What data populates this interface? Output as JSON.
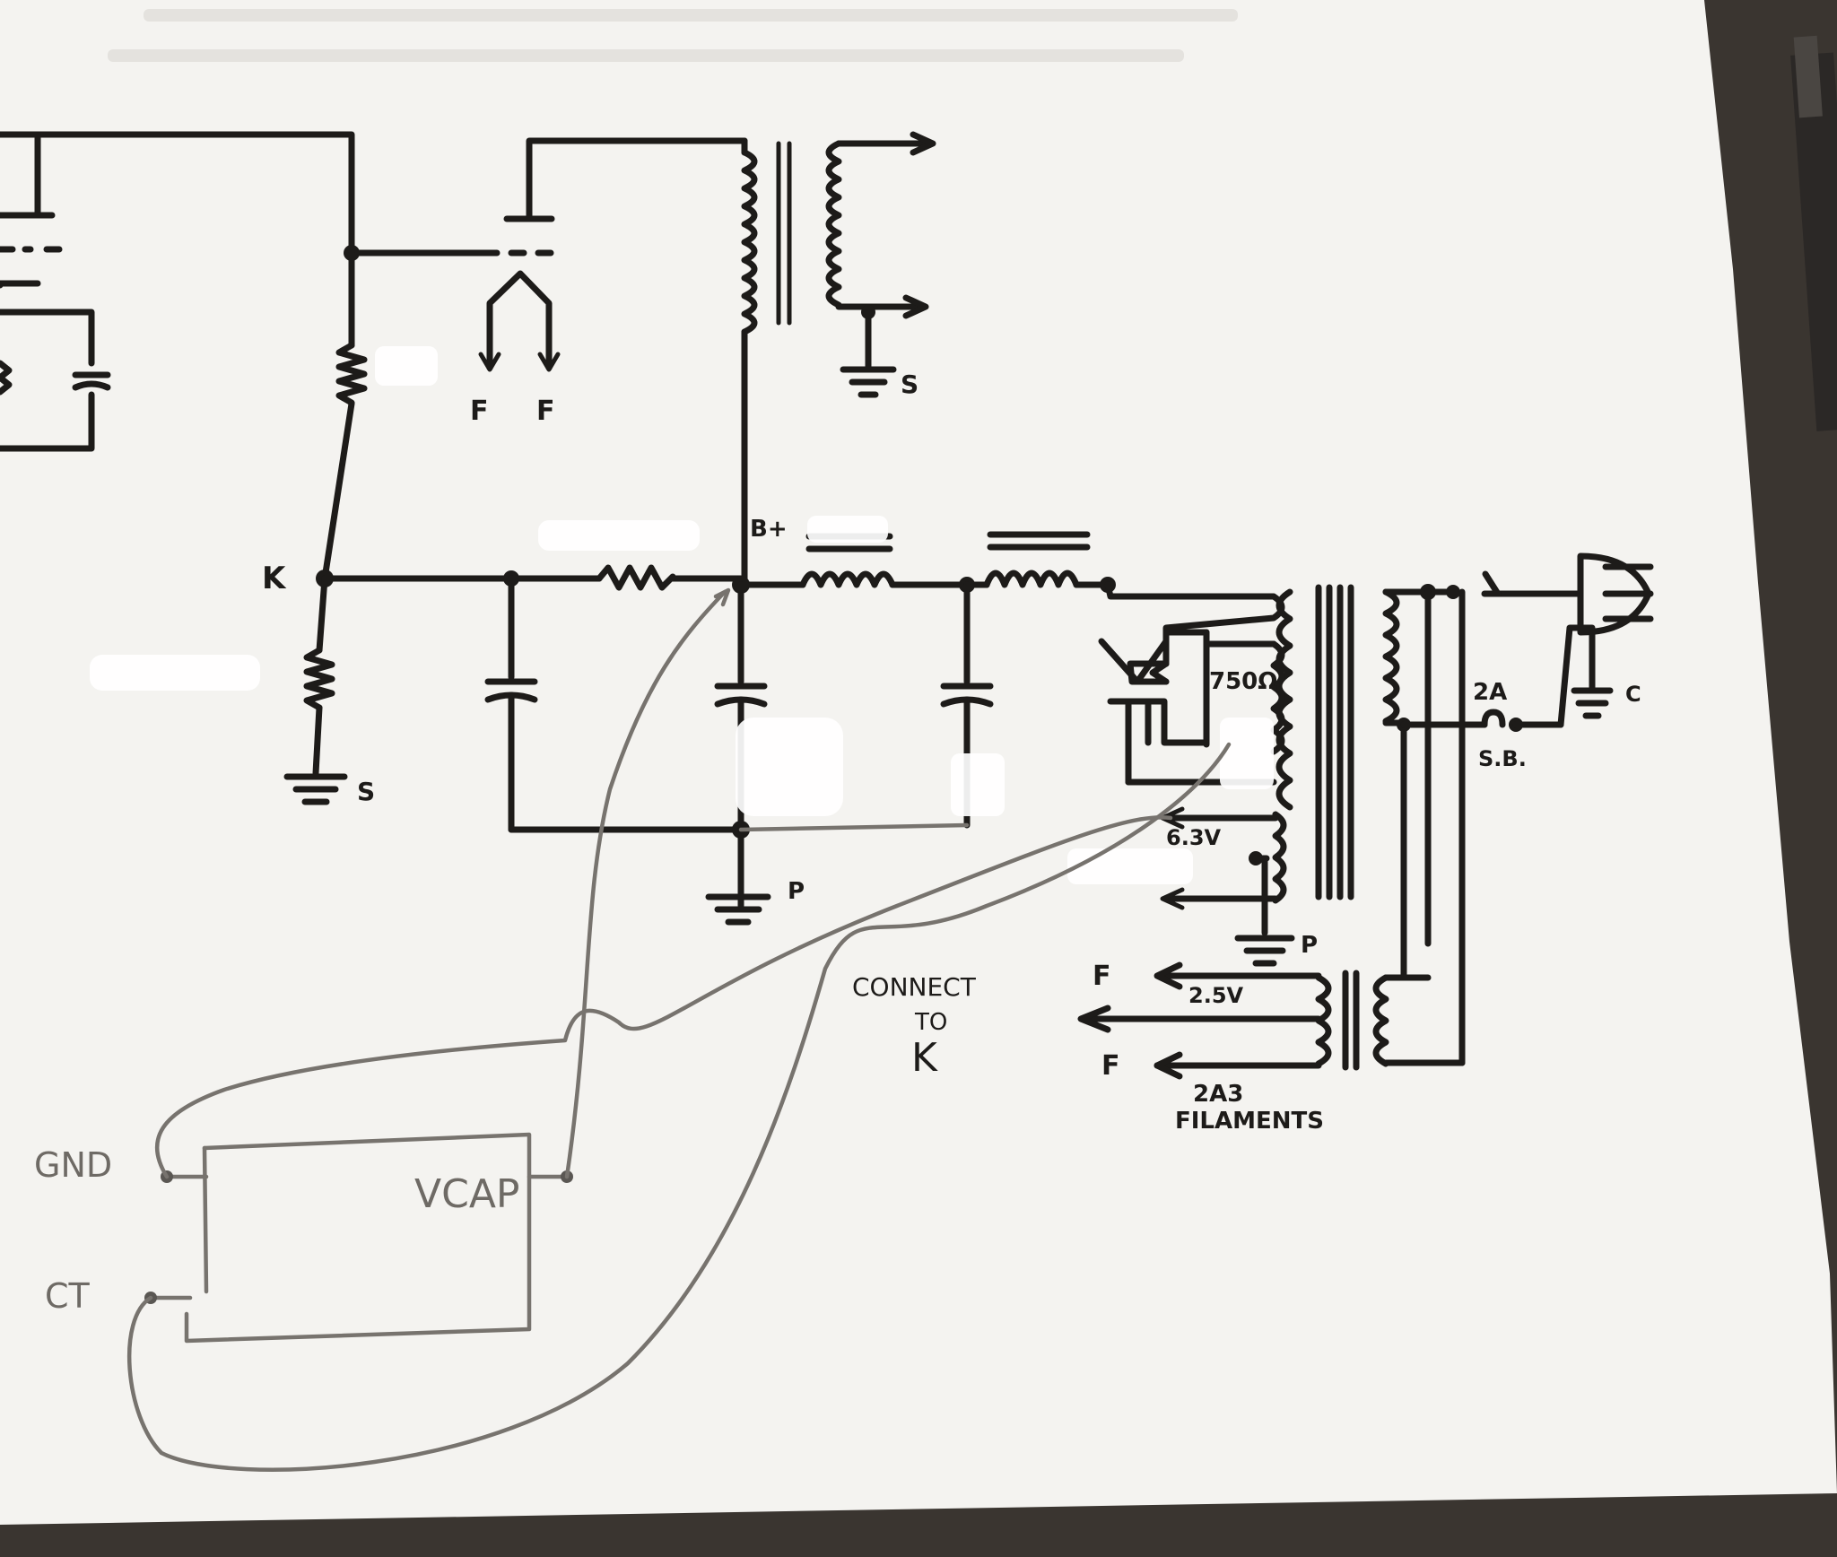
{
  "labels": {
    "k_node": "K",
    "f_left": "F",
    "f_right": "F",
    "s_output": "S",
    "s_cathode": "S",
    "b_plus": "B+",
    "r_750": "750Ω",
    "v_63": "6.3V",
    "p_lower": "P",
    "p_main": "P",
    "fuse_rating": "2A",
    "fuse_type": "S.B.",
    "c_plug": "C",
    "f_upper": "F",
    "v_25": "2.5V",
    "f_lower": "F",
    "tube_line1": "2A3",
    "tube_line2": "FILAMENTS",
    "note_line1": "CONNECT",
    "note_line2": "TO",
    "note_line3": "K"
  },
  "module": {
    "title": "VCAP",
    "gnd": "GND",
    "ct": "CT"
  },
  "colors": {
    "paper": "#f4f3f0",
    "ink": "#1d1b19",
    "pencil": "#77736e",
    "correction_fluid": "#ffffff",
    "background": "#3a3530"
  }
}
